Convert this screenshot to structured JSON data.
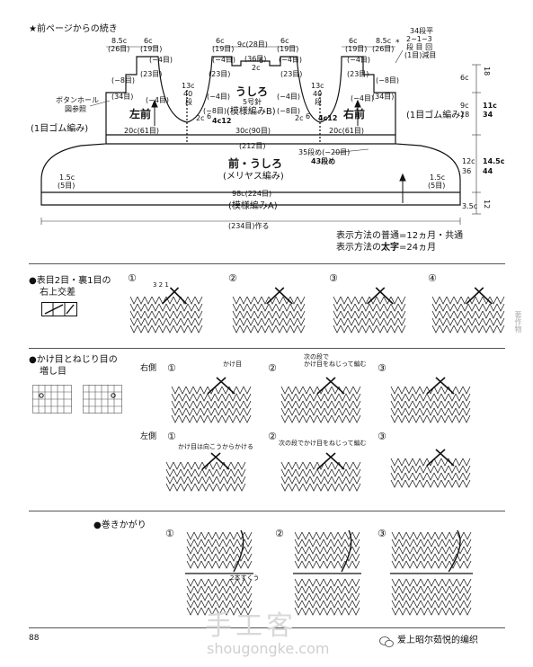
{
  "header": {
    "continued": "★前ページからの続き"
  },
  "schematic": {
    "labels": {
      "left_front": "左前",
      "right_front": "右前",
      "back": "うしろ",
      "needle": "5号針",
      "back_pattern": "(模様編みB)",
      "front_back": "前・うしろ",
      "stockinette": "(メリヤス編み)",
      "pattern_a": "(模様編みA)",
      "rib_left": "(1目ゴム編み)",
      "rib_right": "(1目ゴム編み)",
      "buttonhole_1": "ボタンホール",
      "buttonhole_2": "図参照",
      "made_by": "(234目)作る",
      "rows_note": "34段平",
      "dec_1": "2−1−3",
      "dec_2": "段 目 回",
      "dec_3": "(1目)減目"
    },
    "dims": {
      "top_l1": "8.5c",
      "top_l1b": "(26目)",
      "top_l2": "6c",
      "top_l2b": "(19目)",
      "top_m1": "6c",
      "top_m1b": "(19目)",
      "top_m2": "9c(28目)",
      "top_m3": "6c",
      "top_m3b": "(19目)",
      "top_r1": "6c",
      "top_r1b": "(19目)",
      "top_r2": "8.5c",
      "top_r2b": "(26目)",
      "m4": "(−4目)",
      "m8": "(−8目)",
      "m23": "(23目)",
      "m36": "(36目)",
      "m34": "(34目)",
      "c13": "13c",
      "c40": "40",
      "dan": "段",
      "c2c": "2c",
      "c6": "6",
      "c4c12": "4c12",
      "c20": "20c(61目)",
      "c30": "30c(90目)",
      "c212": "(212目)",
      "rows35": "35段め(−20目)",
      "rows43": "43段め",
      "c15": "1.5c",
      "c5m": "(5目)",
      "c98": "98c(224目)",
      "side_6c": "6c",
      "side_18": "18",
      "side_9c": "9c",
      "side_11c": "11c",
      "side_28": "28",
      "side_34": "34",
      "side_12c": "12c",
      "side_145c": "14.5c",
      "side_44": "44",
      "side_36": "36",
      "side_35c": "3.5c",
      "side_12": "12"
    },
    "notes": {
      "normal": "表示方法の普通=12ヵ月・共通",
      "bold_pre": "表示方法の",
      "bold_word": "太字",
      "bold_post": "=24ヵ月"
    }
  },
  "section1": {
    "title_1": "●表目2目・裏1目の",
    "title_2": "右上交差",
    "steps": [
      "①",
      "②",
      "③",
      "④"
    ],
    "stitch_nums": "3 2 1"
  },
  "section2": {
    "title_1": "●かけ目とねじり目の",
    "title_2": "増し目",
    "right_side": "右側",
    "left_side": "左側",
    "steps": [
      "①",
      "②",
      "③"
    ],
    "note_r1": "かけ目",
    "note_r2a": "次の段で",
    "note_r2b": "かけ目をねじって編む",
    "note_l1": "かけ目は向こうからかける",
    "note_l2": "次の段でかけ目をねじって編む"
  },
  "section3": {
    "title": "●巻きかがり",
    "steps": [
      "①",
      "②",
      "③"
    ],
    "note": "2本すくう"
  },
  "footer": {
    "page": "88",
    "watermark": "手工客",
    "site": "shougongke.com",
    "credit": "爱上昭尔茹悦的编织",
    "copyright": "著作物"
  }
}
